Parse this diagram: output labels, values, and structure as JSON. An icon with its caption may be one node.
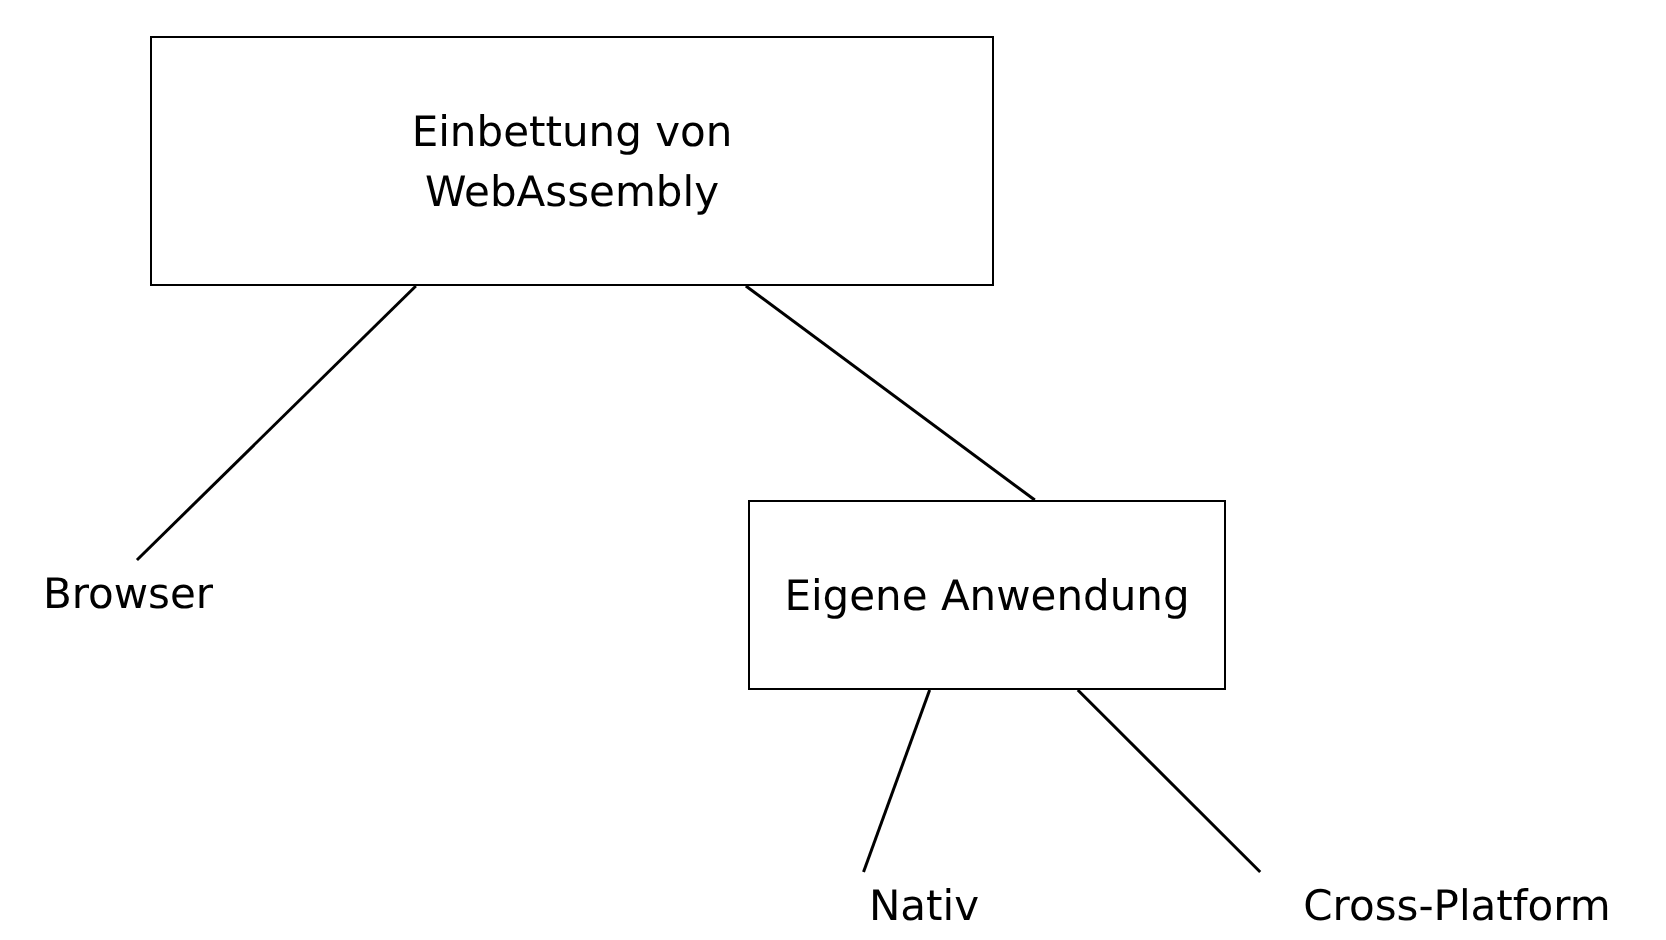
{
  "diagram": {
    "nodes": [
      {
        "text": [
          "Einbettung von WebAssembly"
        ]
      },
      {
        "text": [
          "Browser"
        ]
      },
      {
        "text": [
          "Eigene Anwendung"
        ]
      },
      {
        "text": [
          "Nativ"
        ]
      },
      {
        "text": [
          "Cross-Platform"
        ]
      }
    ],
    "edges": [
      {
        "from": 0,
        "to": 1,
        "arrow": "none"
      },
      {
        "from": 0,
        "to": 2,
        "arrow": "none"
      },
      {
        "from": 2,
        "to": 3,
        "arrow": "none"
      },
      {
        "from": 2,
        "to": 4,
        "arrow": "none"
      }
    ]
  }
}
